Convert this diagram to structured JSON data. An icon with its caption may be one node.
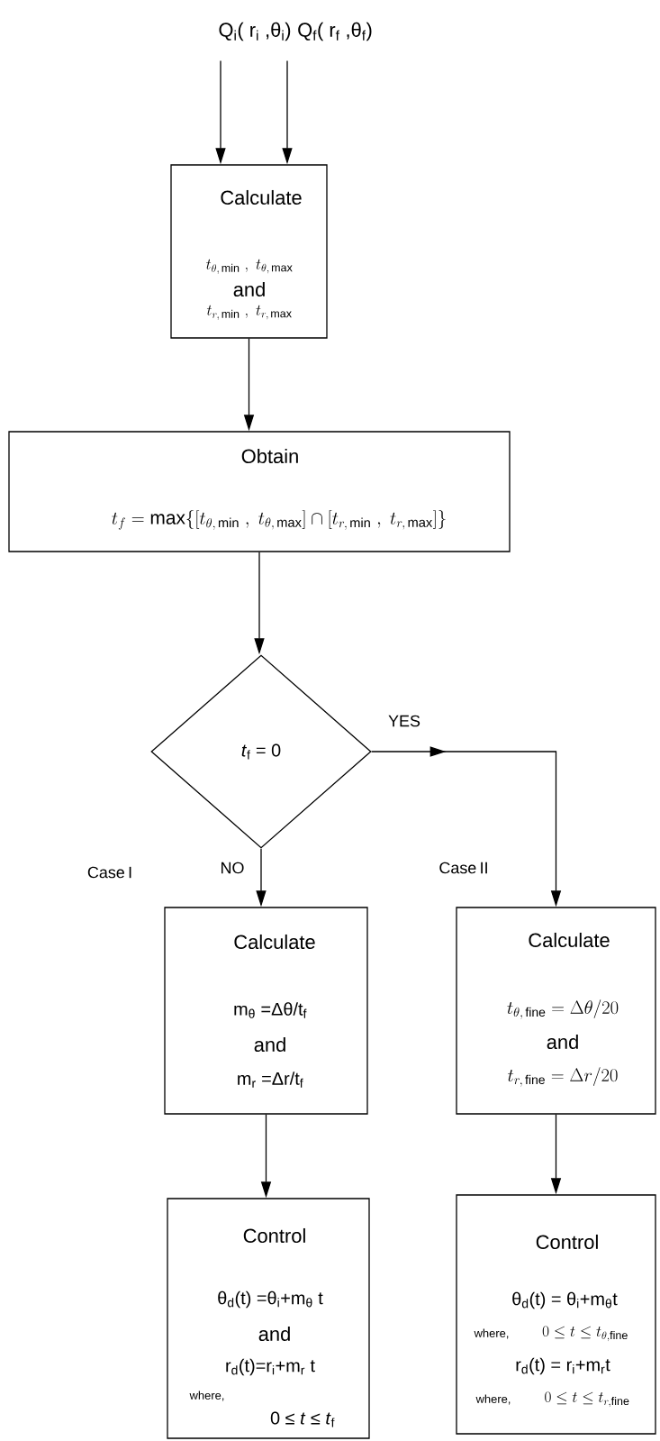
{
  "diagram": {
    "nodes": [
      {
        "text": [
          "Q$_{i}$( r$_{i}$ ,θ$_{i}$)"
        ]
      },
      {
        "text": [
          "Q$_{f}$( r$_{f}$ ,θ$_{f}$)"
        ]
      },
      {
        "text": [
          "Calculate",
          "t_{\\theta,\\,\\mathrm{min}}\\ ,\\ t_{\\theta,\\,\\mathrm{max}}",
          "and",
          "t_{r,\\,\\mathrm{min}}\\ ,\\ t_{r,\\,\\mathrm{max}}"
        ]
      },
      {
        "text": [
          "Obtain",
          "t_{f}=\\max\\{[t_{\\theta,\\,\\mathrm{min}}\\ ,\\ t_{\\theta,\\,\\mathrm{max}}]\\cap[t_{r,\\,\\mathrm{min}}\\ ,\\ t_{r,\\,\\mathrm{max}}]\\}"
        ]
      },
      {
        "text": [
          "*t*$_{f}$ = 0"
        ]
      },
      {
        "text": [
          "Calculate",
          "m$_{θ}$ =Δθ/t$_{f}$",
          "and",
          "m$_{r}$ =Δr/t$_{f}$"
        ]
      },
      {
        "text": [
          "Calculate",
          "t_{\\theta,\\,\\mathrm{fine}}=\\Delta\\theta/20",
          "and",
          "t_{r,\\,\\mathrm{fine}}=\\Delta r/20"
        ]
      },
      {
        "text": [
          "Control",
          "θ$_{d}$(t) =θ$_{i}$+m$_{θ}$ t",
          "and",
          "r$_{d}$(t)=r$_{i}$+m$_{r}$ t",
          "where,",
          "0 ≤ *t* ≤ *t*$_{f}$"
        ]
      },
      {
        "text": [
          "Control",
          "θ$_{d}$(t) = θ$_{i}$+m$_{θ}$t",
          "where,",
          "0\\leq t\\leq t_{\\theta,\\mathrm{fine}}",
          "r$_{d}$(t) = r$_{i}$+m$_{r}$t",
          "where,",
          "0\\leq t\\leq t_{r,\\mathrm{fine}}"
        ]
      }
    ],
    "edges": [
      {
        "from": 0,
        "to": 2,
        "arrow": "to"
      },
      {
        "from": 1,
        "to": 2,
        "arrow": "to"
      },
      {
        "from": 2,
        "to": 3,
        "arrow": "to"
      },
      {
        "from": 3,
        "to": 4,
        "arrow": "to"
      },
      {
        "from": 4,
        "to": 6,
        "arrow": "to",
        "label": "YES"
      },
      {
        "from": 4,
        "to": 5,
        "arrow": "to",
        "label": "NO"
      },
      {
        "from": 5,
        "to": 7,
        "arrow": "to"
      },
      {
        "from": 6,
        "to": 8,
        "arrow": "to"
      }
    ],
    "labels": [
      "Case I",
      "Case II"
    ]
  }
}
